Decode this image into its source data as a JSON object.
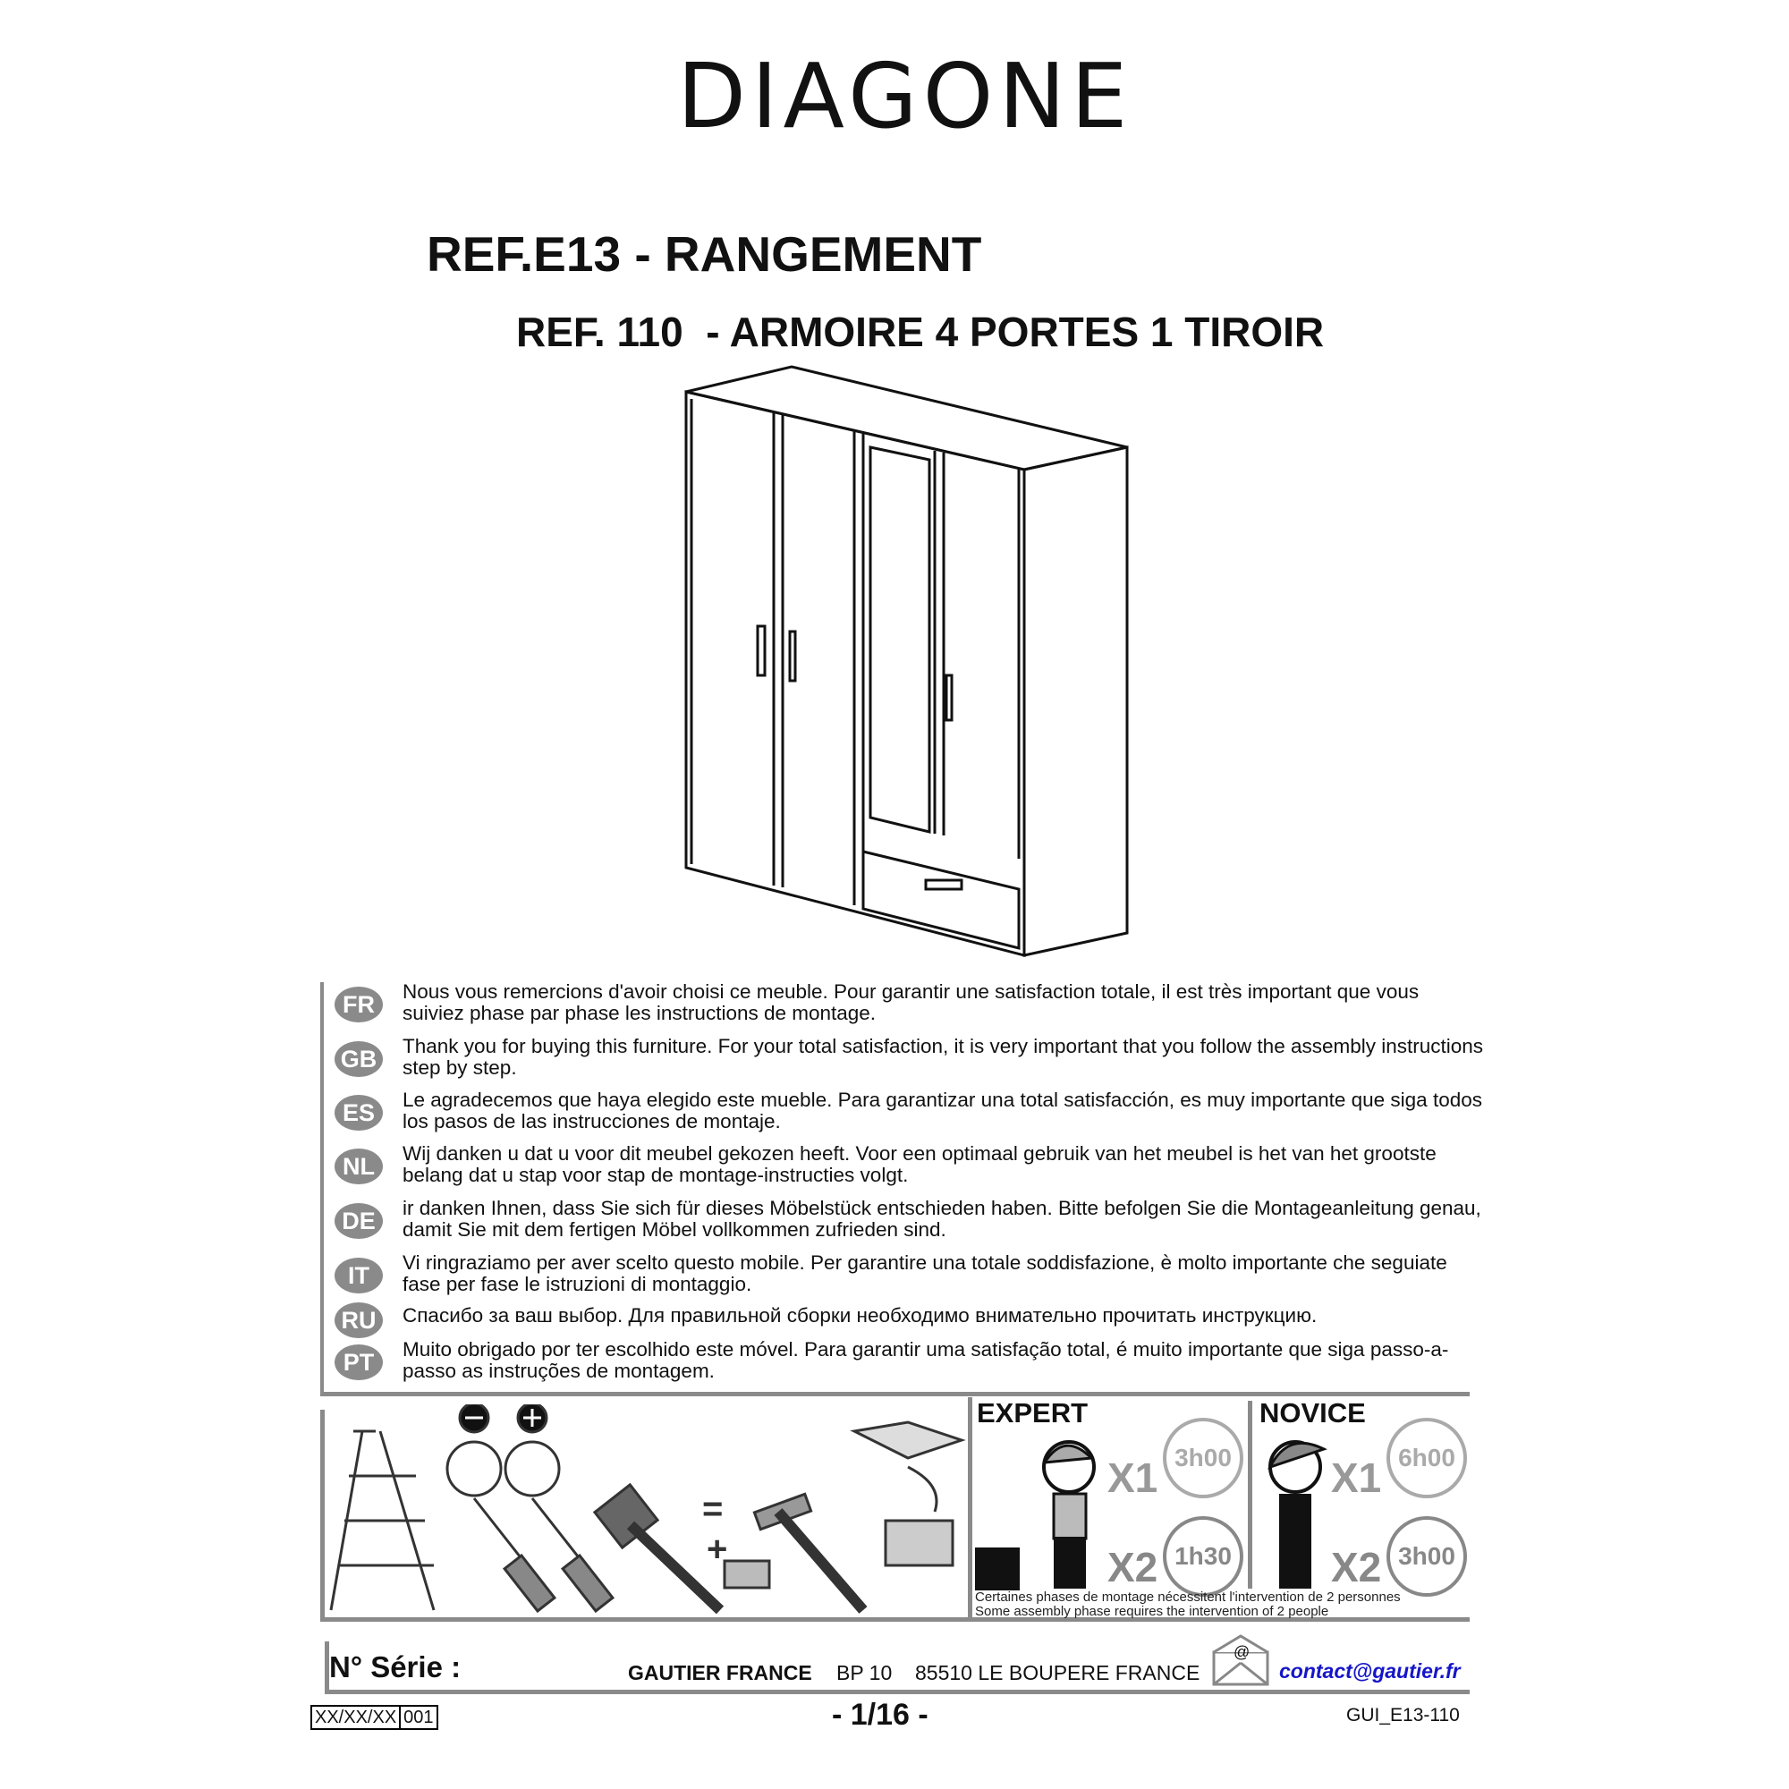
{
  "brand": "DIAGONE",
  "title_ref": "REF.E13 - RANGEMENT",
  "title_product": "REF. 110  - ARMOIRE 4 PORTES 1 TIROIR",
  "languages": [
    {
      "code": "FR",
      "text": "Nous vous remercions d'avoir choisi ce meuble. Pour garantir une satisfaction totale, il est très important que vous suiviez phase par phase les instructions de montage."
    },
    {
      "code": "GB",
      "text": "Thank you for buying this furniture. For your total satisfaction, it is very important that you follow the assembly instructions step by step."
    },
    {
      "code": "ES",
      "text": "Le agradecemos que haya elegido este mueble. Para garantizar una total satisfacción, es muy importante que siga todos los pasos de las instrucciones de montaje."
    },
    {
      "code": "NL",
      "text": "Wij danken u dat u voor dit meubel gekozen heeft. Voor een optimaal gebruik van het meubel is het van het grootste belang dat u stap voor stap de montage-instructies volgt."
    },
    {
      "code": "DE",
      "text": "ir danken Ihnen, dass Sie sich für dieses Möbelstück entschieden haben. Bitte befolgen Sie die Montageanleitung genau, damit Sie mit dem fertigen Möbel vollkommen zufrieden sind."
    },
    {
      "code": "IT",
      "text": "Vi ringraziamo per aver scelto questo mobile. Per garantire una totale soddisfazione, è molto importante che seguiate fase per fase le istruzioni di montaggio."
    },
    {
      "code": "RU",
      "text": "Спасибо за ваш выбор. Для правильной сборки необходимо внимательно прочитать инструкцию."
    },
    {
      "code": "PT",
      "text": "Muito obrigado por ter escolhido este móvel. Para garantir uma satisfação total, é muito importante que siga passo-a-passo as instruções de montagem."
    }
  ],
  "tools": {
    "equals": "=",
    "plus": "+"
  },
  "levels": {
    "expert": {
      "label": "EXPERT",
      "x1": "X1",
      "t1": "3h00",
      "x2": "X2",
      "t2": "1h30"
    },
    "novice": {
      "label": "NOVICE",
      "x1": "X1",
      "t1": "6h00",
      "x2": "X2",
      "t2": "3h00"
    }
  },
  "note_fr": "Certaines phases de montage nécessitent l'intervention de 2 personnes",
  "note_en": "Some assembly phase requires the intervention of 2 people",
  "footer": {
    "serial_label": "N° Série :",
    "company": "GAUTIER FRANCE",
    "bp": "BP 10",
    "address": "85510 LE BOUPERE FRANCE",
    "email": "contact@gautier.fr",
    "date": "XX/XX/XX",
    "date_code": "001",
    "page": "- 1/16 -",
    "doc_ref": "GUI_E13-110"
  },
  "colors": {
    "email": "#1515c8",
    "gray": "#8a8a8a"
  }
}
